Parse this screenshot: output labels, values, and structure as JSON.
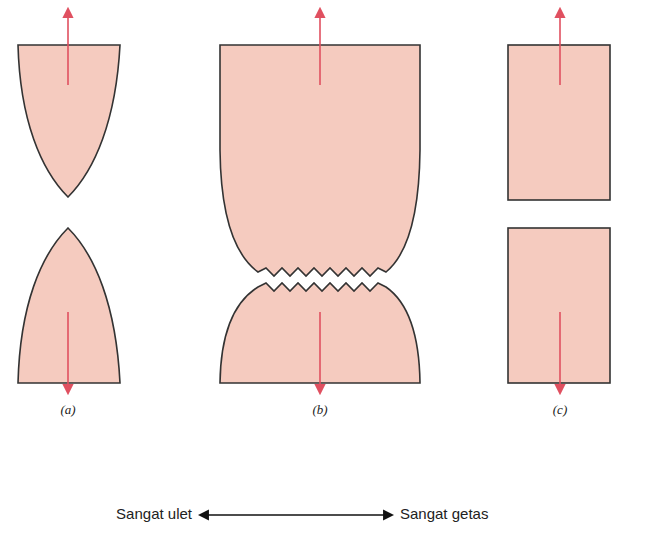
{
  "diagram": {
    "labels": [
      "(a)",
      "(b)",
      "(c)",
      "Sangat ulet",
      "Sangat getas"
    ]
  }
}
